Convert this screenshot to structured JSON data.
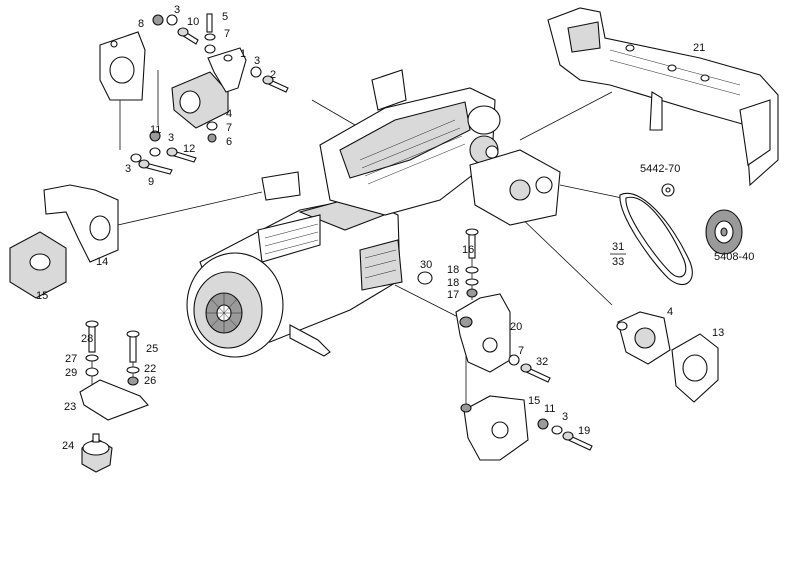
{
  "callouts": {
    "c1": "1",
    "c2": "2",
    "c3a": "3",
    "c3b": "3",
    "c3c": "3",
    "c3d": "3",
    "c3e": "3",
    "c4a": "4",
    "c4b": "4",
    "c5": "5",
    "c6": "6",
    "c7a": "7",
    "c7b": "7",
    "c7c": "7",
    "c8": "8",
    "c9": "9",
    "c10": "10",
    "c11a": "11",
    "c11b": "11",
    "c12": "12",
    "c13": "13",
    "c14": "14",
    "c15a": "15",
    "c15b": "15",
    "c16": "16",
    "c17": "17",
    "c18a": "18",
    "c18b": "18",
    "c19": "19",
    "c20": "20",
    "c21": "21",
    "c22": "22",
    "c23": "23",
    "c24": "24",
    "c25": "25",
    "c26": "26",
    "c27": "27",
    "c28": "28",
    "c29": "29",
    "c30": "30",
    "c31": "31",
    "c32": "32",
    "c33": "33",
    "c5442": "5442-70",
    "c5408": "5408-40"
  }
}
